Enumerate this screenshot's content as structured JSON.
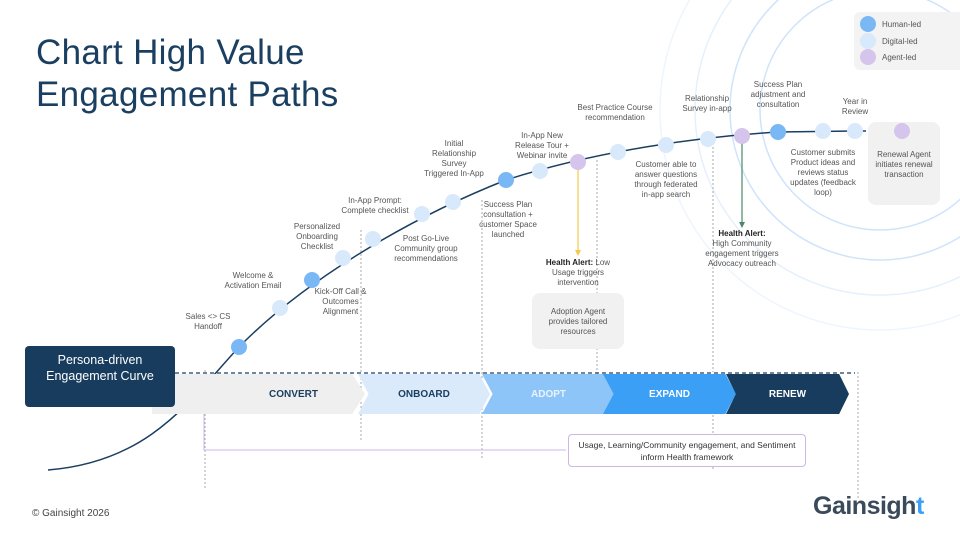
{
  "title": "Chart High Value Engagement Paths",
  "legend": [
    {
      "label": "Human-led",
      "color": "#7ab8f5"
    },
    {
      "label": "Digital-led",
      "color": "#d8e9fb"
    },
    {
      "label": "Agent-led",
      "color": "#d5c4ec"
    }
  ],
  "persona_label": "Persona-driven Engagement Curve",
  "phases": [
    "CONVERT",
    "ONBOARD",
    "ADOPT",
    "EXPAND",
    "RENEW"
  ],
  "touchpoints": {
    "sales_handoff": "Sales <> CS Handoff",
    "welcome": "Welcome & Activation Email",
    "kickoff": "Kick-Off Call & Outcomes Alignment",
    "checklist": "Personalized Onboarding Checklist",
    "prompt": "In-App Prompt: Complete checklist",
    "golive": "Post Go-Live Community group recommendations",
    "survey1": "Initial Relationship Survey Triggered In-App",
    "successplan": "Success Plan consultation + customer Space launched",
    "release": "In-App New Release Tour + Webinar invite",
    "bestpractice": "Best Practice Course recommendation",
    "search": "Customer able to answer questions through federated in-app search",
    "survey2": "Relationship Survey in-app",
    "adjust": "Success Plan adjustment and consultation",
    "ideas": "Customer submits Product ideas and reviews status updates (feedback loop)",
    "yir": "Year in Review",
    "renewal": "Renewal Agent initiates renewal transaction"
  },
  "alerts": {
    "low_bold": "Health Alert:",
    "low_text": "Low Usage triggers intervention",
    "high_bold": "Health Alert:",
    "high_text": "High Community engagement triggers Advocacy outreach"
  },
  "adoption_agent": "Adoption Agent provides tailored resources",
  "health_framework": "Usage, Learning/Community engagement, and Sentiment inform Health framework",
  "footer": "© Gainsight 2026",
  "logo": {
    "main": "Gainsigh",
    "accent": "t"
  }
}
